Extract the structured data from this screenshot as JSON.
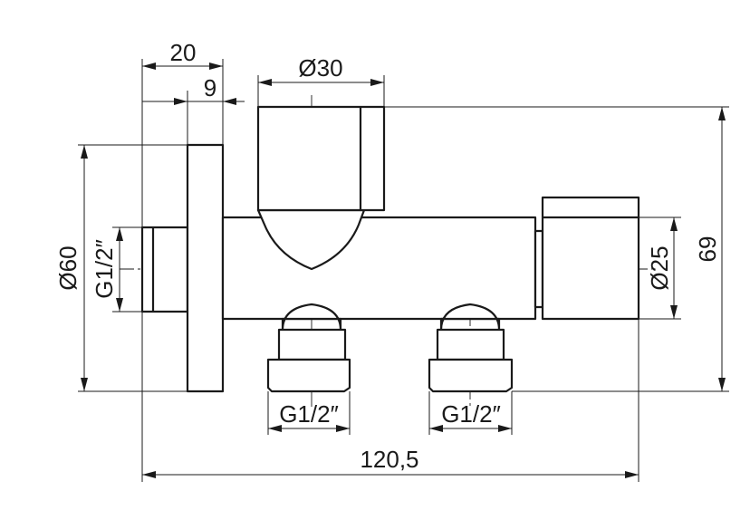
{
  "dimensions": {
    "flange_offset": "20",
    "flange_thickness": "9",
    "handle_diameter": "Ø30",
    "flange_diameter": "Ø60",
    "inlet_thread": "G1/2″",
    "cap_diameter": "Ø25",
    "overall_height": "69",
    "outlet_thread_1": "G1/2″",
    "outlet_thread_2": "G1/2″",
    "overall_length": "120,5"
  }
}
